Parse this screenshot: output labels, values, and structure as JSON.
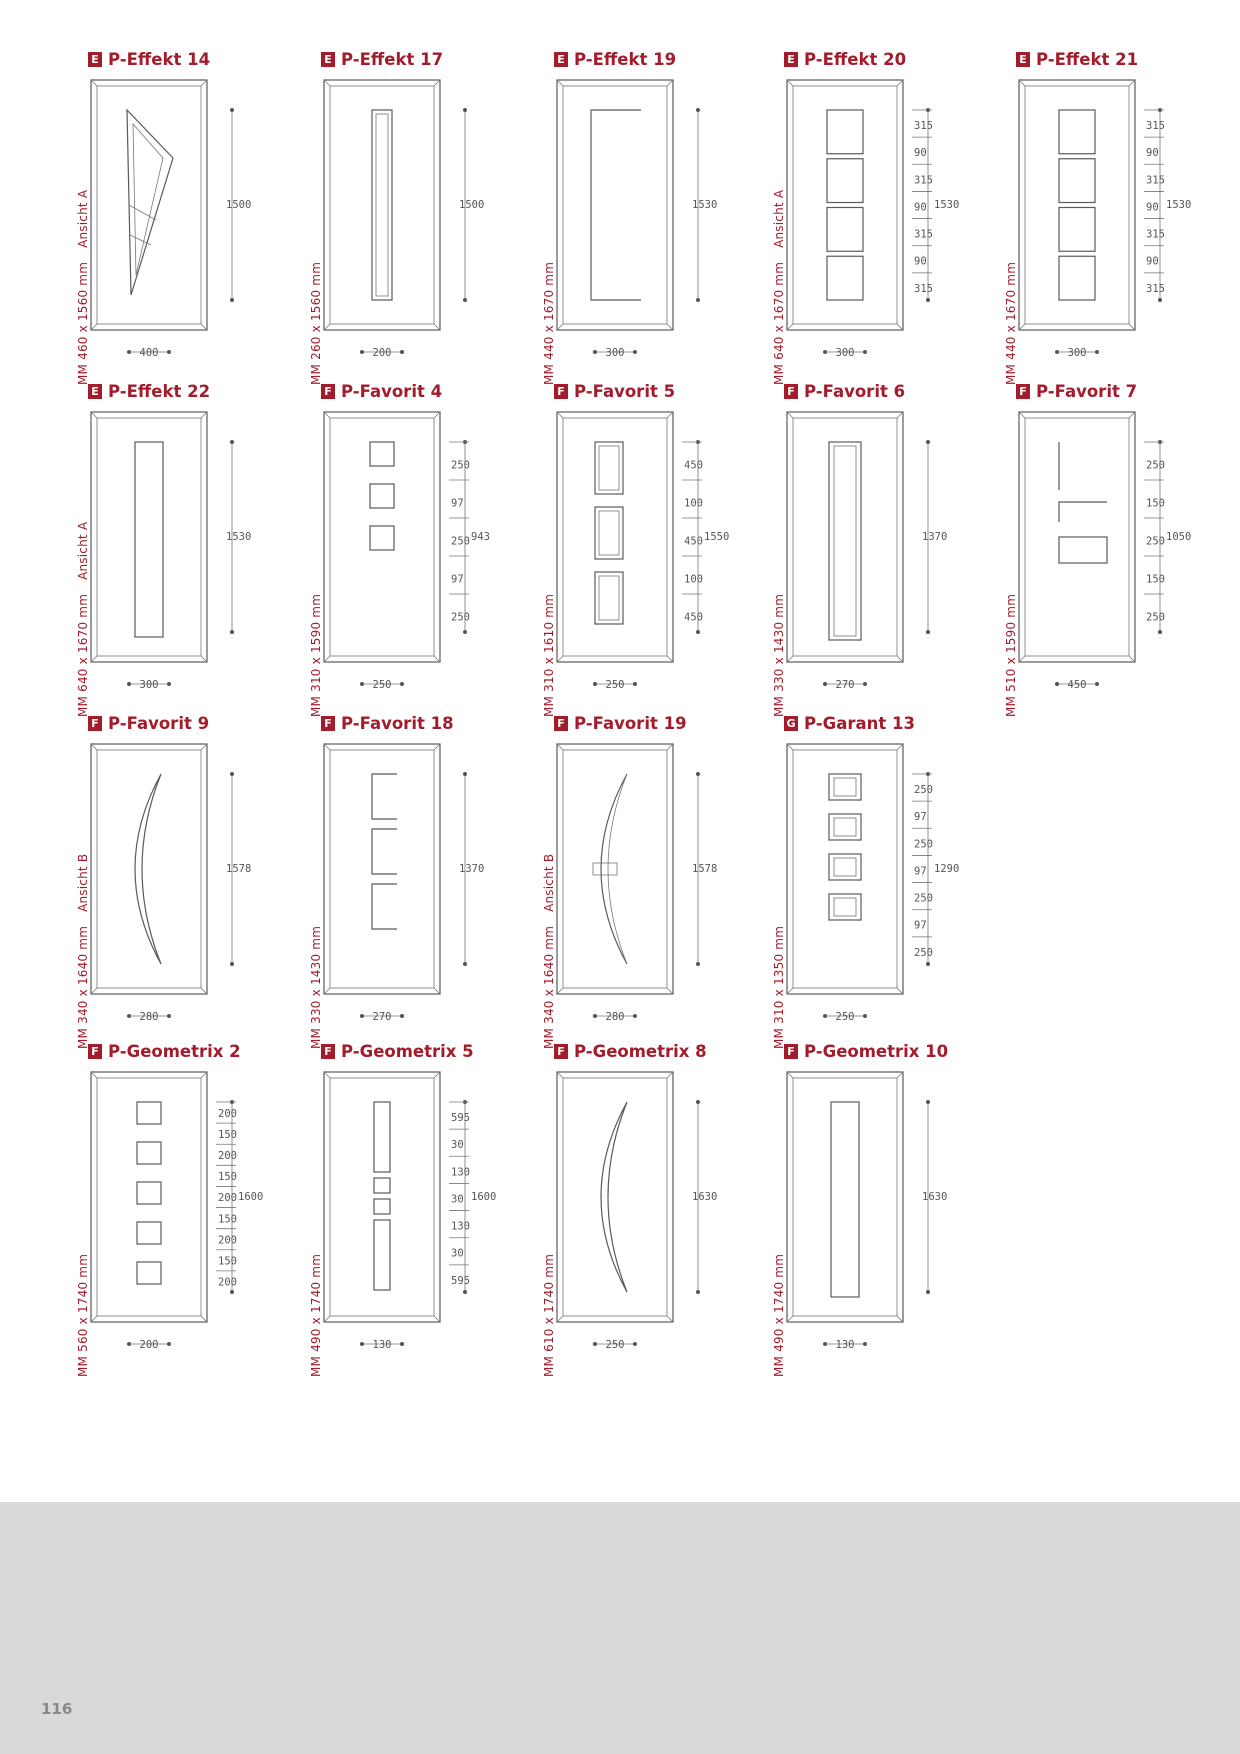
{
  "page": {
    "number": "116"
  },
  "models": [
    {
      "badge": "E",
      "name": "P-Effekt 14",
      "size": "MM 460 x 1560 mm",
      "view": "Ansicht A",
      "door": "triangle",
      "dims": {
        "height": "1500",
        "width": "400"
      }
    },
    {
      "badge": "E",
      "name": "P-Effekt 17",
      "size": "MM 260 x 1560 mm",
      "view": "",
      "door": "bar",
      "dims": {
        "height": "1500",
        "width": "200"
      }
    },
    {
      "badge": "E",
      "name": "P-Effekt 19",
      "size": "MM 440 x 1670 mm",
      "view": "",
      "door": "bracket",
      "dims": {
        "height": "1530",
        "width": "300"
      }
    },
    {
      "badge": "E",
      "name": "P-Effekt 20",
      "size": "MM 640 x 1670 mm",
      "view": "Ansicht A",
      "door": "squares4",
      "dims": {
        "height": "1530",
        "width": "300",
        "segments": [
          "315",
          "90",
          "315",
          "90",
          "315",
          "90",
          "315"
        ]
      }
    },
    {
      "badge": "E",
      "name": "P-Effekt 21",
      "size": "MM 440 x 1670 mm",
      "view": "",
      "door": "squares4",
      "dims": {
        "height": "1530",
        "width": "300",
        "segments": [
          "315",
          "90",
          "315",
          "90",
          "315",
          "90",
          "315"
        ]
      }
    },
    {
      "badge": "E",
      "name": "P-Effekt 22",
      "size": "MM 640 x 1670 mm",
      "view": "Ansicht A",
      "door": "tall",
      "dims": {
        "height": "1530",
        "width": "300"
      }
    },
    {
      "badge": "F",
      "name": "P-Favorit 4",
      "size": "MM 310 x 1590 mm",
      "view": "",
      "door": "small3",
      "dims": {
        "height": "943",
        "width": "250",
        "segments": [
          "250",
          "97",
          "250",
          "97",
          "250"
        ]
      }
    },
    {
      "badge": "F",
      "name": "P-Favorit 5",
      "size": "MM 310 x 1610 mm",
      "view": "",
      "door": "rects3",
      "dims": {
        "height": "1550",
        "width": "250",
        "segments": [
          "450",
          "100",
          "450",
          "100",
          "450"
        ]
      }
    },
    {
      "badge": "F",
      "name": "P-Favorit 6",
      "size": "MM 330 x 1430 mm",
      "view": "",
      "door": "tallbar",
      "dims": {
        "height": "1370",
        "width": "270"
      }
    },
    {
      "badge": "F",
      "name": "P-Favorit 7",
      "size": "MM 510 x 1590 mm",
      "view": "",
      "door": "favorit7",
      "dims": {
        "height": "1050",
        "width": "450",
        "segments": [
          "250",
          "150",
          "250",
          "150",
          "250"
        ]
      }
    },
    {
      "badge": "F",
      "name": "P-Favorit 9",
      "size": "MM 340 x 1640 mm",
      "view": "Ansicht B",
      "door": "arc",
      "dims": {
        "height": "1578",
        "width": "280"
      }
    },
    {
      "badge": "F",
      "name": "P-Favorit 18",
      "size": "MM 330 x 1430 mm",
      "view": "",
      "door": "brackets3",
      "dims": {
        "height": "1370",
        "width": "270"
      }
    },
    {
      "badge": "F",
      "name": "P-Favorit 19",
      "size": "MM 340 x 1640 mm",
      "view": "Ansicht B",
      "door": "arc2",
      "dims": {
        "height": "1578",
        "width": "280"
      }
    },
    {
      "badge": "G",
      "name": "P-Garant 13",
      "size": "MM 310 x 1350 mm",
      "view": "",
      "door": "small4",
      "dims": {
        "height": "1290",
        "width": "250",
        "segments": [
          "250",
          "97",
          "250",
          "97",
          "250",
          "97",
          "250"
        ]
      }
    },
    {
      "badge": "F",
      "name": "P-Geometrix 2",
      "size": "MM 560 x 1740 mm",
      "view": "",
      "door": "geo2",
      "dims": {
        "height": "1600",
        "width": "200",
        "segments": [
          "200",
          "150",
          "200",
          "150",
          "200",
          "150",
          "200",
          "150",
          "200"
        ]
      }
    },
    {
      "badge": "F",
      "name": "P-Geometrix 5",
      "size": "MM 490 x 1740 mm",
      "view": "",
      "door": "geo5",
      "dims": {
        "height": "1600",
        "width": "130",
        "segments": [
          "595",
          "30",
          "130",
          "30",
          "130",
          "30",
          "595"
        ]
      }
    },
    {
      "badge": "F",
      "name": "P-Geometrix 8",
      "size": "MM 610 x 1740 mm",
      "view": "",
      "door": "arc",
      "dims": {
        "height": "1630",
        "width": "250"
      }
    },
    {
      "badge": "F",
      "name": "P-Geometrix 10",
      "size": "MM 490 x 1740 mm",
      "view": "",
      "door": "tall",
      "dims": {
        "height": "1630",
        "width": "130"
      }
    }
  ]
}
